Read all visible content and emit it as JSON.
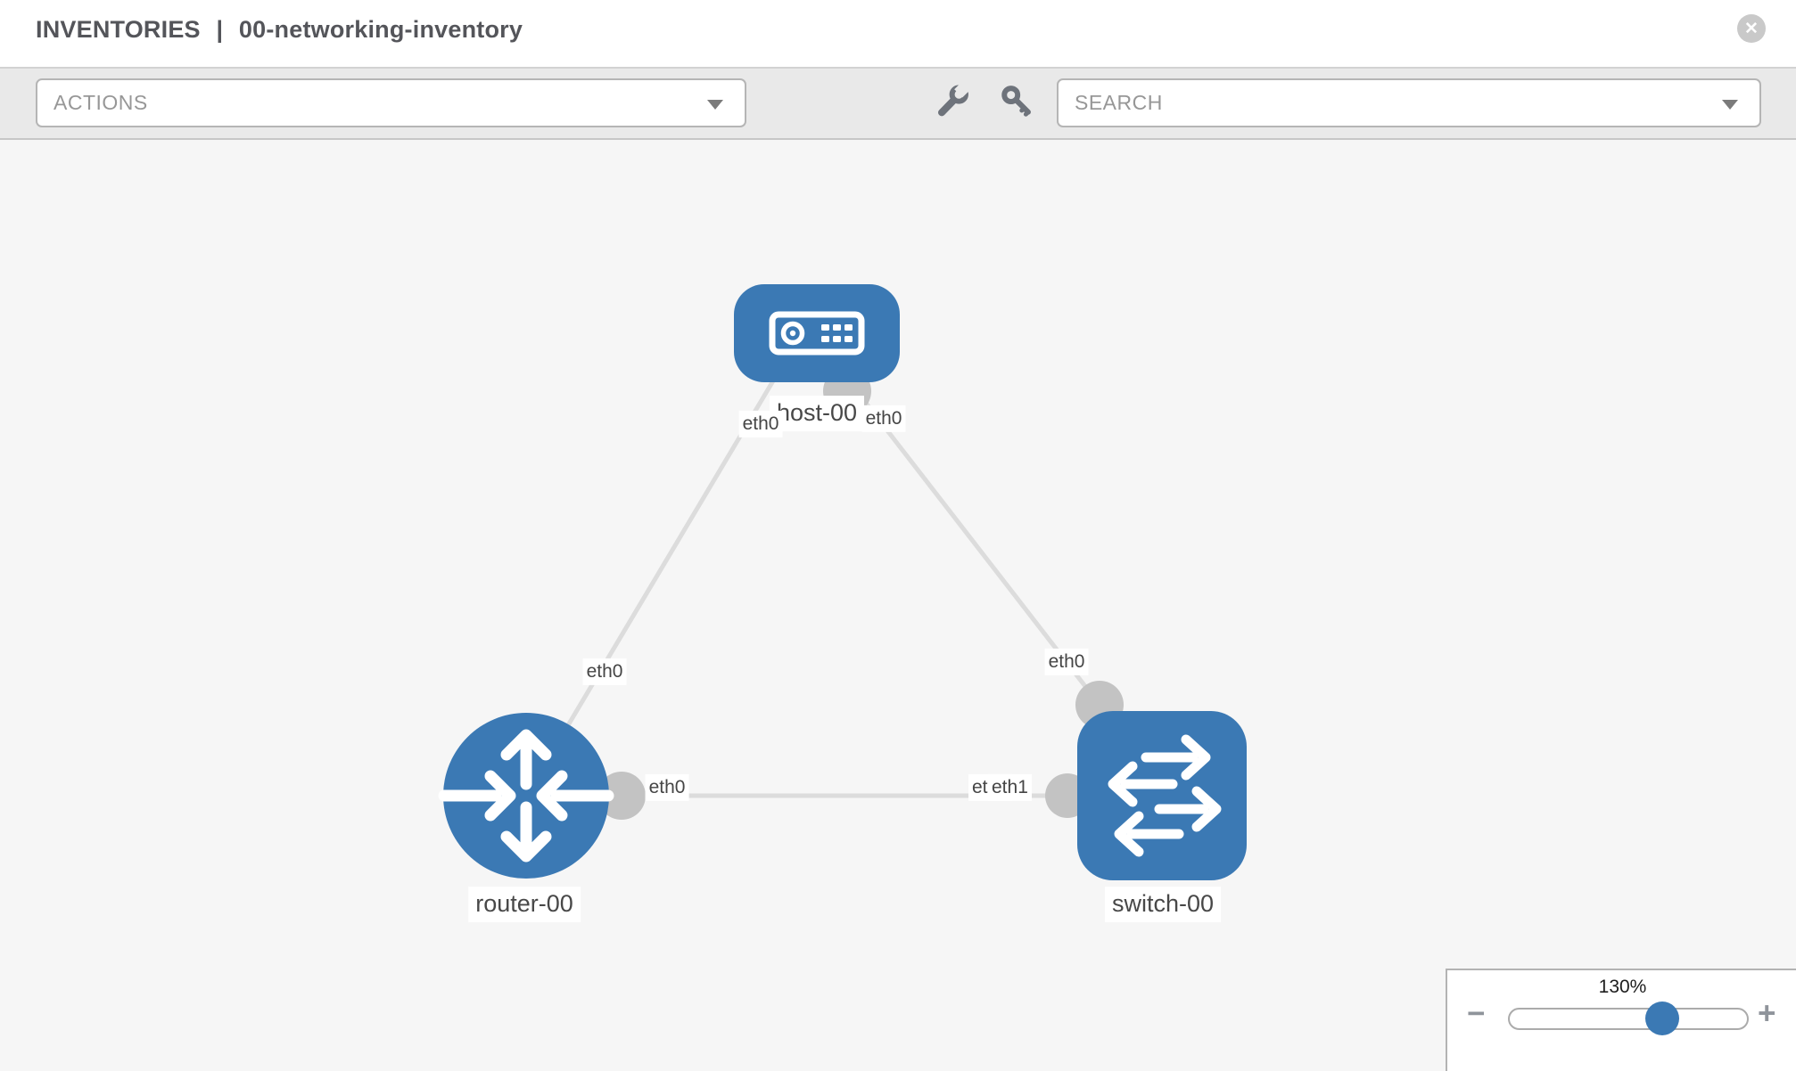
{
  "header": {
    "title_prefix": "INVENTORIES",
    "title_separator": "|",
    "inventory_name": "00-networking-inventory"
  },
  "toolbar": {
    "actions_label": "ACTIONS",
    "search_label": "SEARCH",
    "icons": [
      "wrench-icon",
      "key-icon"
    ]
  },
  "topology": {
    "nodes": [
      {
        "label": "host-00",
        "type": "host"
      },
      {
        "label": "router-00",
        "type": "router"
      },
      {
        "label": "switch-00",
        "type": "switch"
      }
    ],
    "links": [
      {
        "source": "host-00",
        "target": "router-00",
        "source_interface": "eth0",
        "target_interface": "eth0"
      },
      {
        "source": "host-00",
        "target": "switch-00",
        "source_interface": "eth0",
        "target_interface": "eth0"
      },
      {
        "source": "router-00",
        "target": "switch-00",
        "source_interface": "eth0",
        "target_interface": "eth1"
      }
    ],
    "overlapped_label": "eth0"
  },
  "zoom_control": {
    "level": "130%",
    "minus_label": "−",
    "plus_label": "+"
  },
  "colors": {
    "node_blue": "#3b79b4",
    "link_gray": "#dcdcdc",
    "port_gray": "#c3c3c3",
    "canvas_bg": "#f6f6f6",
    "toolbar_bg": "#e9e9e9"
  }
}
